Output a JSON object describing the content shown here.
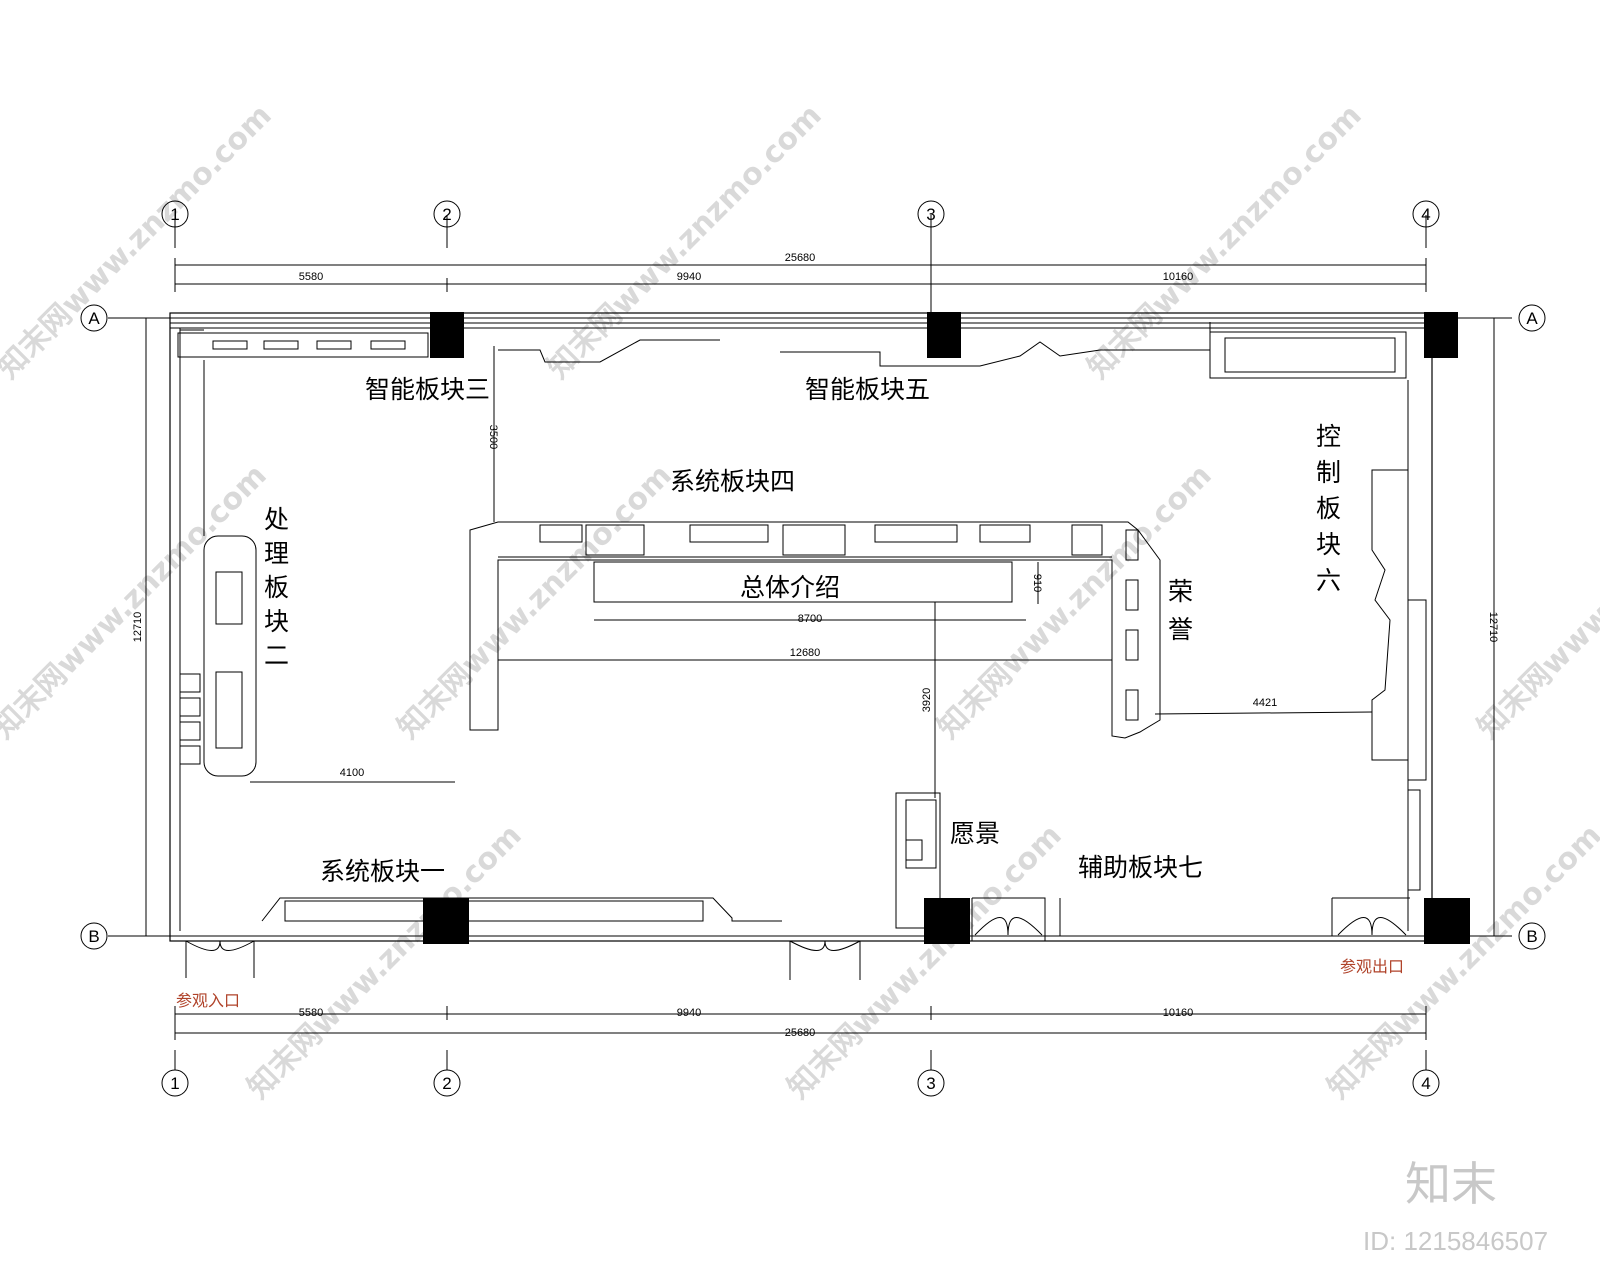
{
  "grid": {
    "cols": [
      "1",
      "2",
      "3",
      "4"
    ],
    "rows": [
      "A",
      "B"
    ]
  },
  "dimensions": {
    "total": "25680",
    "bay_1": "5580",
    "bay_2": "9940",
    "bay_3": "10160",
    "height": "12710",
    "d_3500": "3500",
    "d_910": "910",
    "d_8700": "8700",
    "d_12680": "12680",
    "d_3920": "3920",
    "d_4421": "4421",
    "d_4100": "4100"
  },
  "zones": {
    "zone3": "智能板块三",
    "zone5": "智能板块五",
    "zone4": "系统板块四",
    "overview": "总体介绍",
    "zone2": [
      "处",
      "理",
      "板",
      "块",
      "二"
    ],
    "zone6": [
      "控",
      "制",
      "板",
      "块",
      "六"
    ],
    "honor": [
      "荣",
      "誉"
    ],
    "vision": "愿景",
    "zone1": "系统板块一",
    "zone7": "辅助板块七"
  },
  "notes": {
    "entrance": "参观入口",
    "exit": "参观出口"
  },
  "watermark": {
    "text": "知末网www.znzmo.com",
    "brand": "知末",
    "id": "ID: 1215846507"
  }
}
